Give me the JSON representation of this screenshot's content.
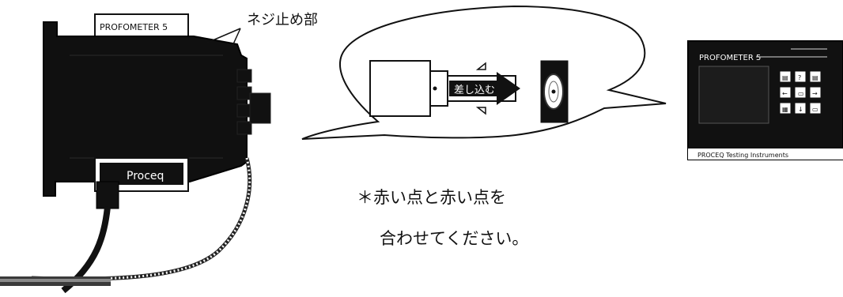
{
  "callout_label": "ネジ止め部",
  "connector_detail": {
    "arrow_label": "差し込む"
  },
  "instruction": {
    "line1": "＊赤い点と赤い点を",
    "line2": "合わせてください。"
  },
  "probe_device": {
    "model_label": "PROFOMETER 5",
    "brand_label": "Proceq"
  },
  "display_unit": {
    "model_label": "PROFOMETER 5",
    "footer_label": "PROCEQ Testing Instruments"
  },
  "icon_names": [
    "sensor-device-icon",
    "probe-cable-icon",
    "connector-plug-icon",
    "keypad-icon",
    "arrow-right-icon"
  ]
}
